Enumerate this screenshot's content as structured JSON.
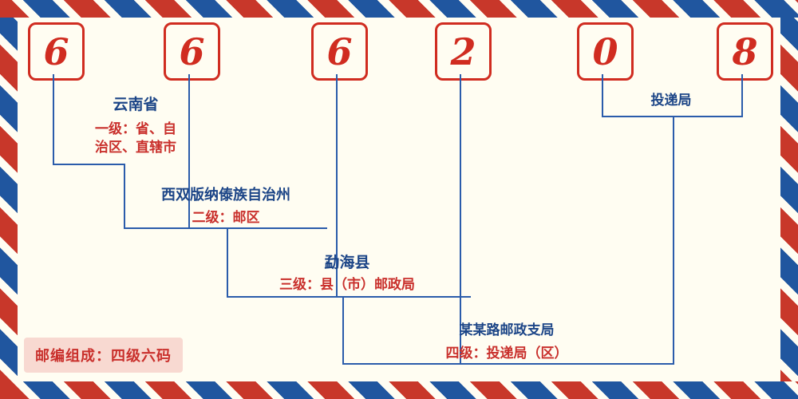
{
  "postal_code": "666208",
  "digits": [
    "6",
    "6",
    "6",
    "2",
    "0",
    "8"
  ],
  "annotations": {
    "level1": {
      "title": "云南省",
      "desc_line1": "一级：省、自",
      "desc_line2": "治区、直辖市"
    },
    "level2": {
      "title": "西双版纳傣族自治州",
      "desc": "二级：邮区"
    },
    "level3": {
      "title": "勐海县",
      "desc": "三级：县（市）邮政局"
    },
    "level4": {
      "title": "某某路邮政支局",
      "desc": "四级：投递局（区）"
    },
    "delivery_office": {
      "title": "投递局"
    }
  },
  "footer": {
    "note": "邮编组成：四级六码"
  },
  "colors": {
    "digit_red": "#d02c20",
    "desc_red": "#c9302c",
    "title_blue": "#1c4587",
    "line_blue": "#2b5cab",
    "stripe_red": "#c8372a",
    "stripe_blue": "#20569f",
    "note_background": "#f8d9d1",
    "page_background": "#fffdf2"
  }
}
